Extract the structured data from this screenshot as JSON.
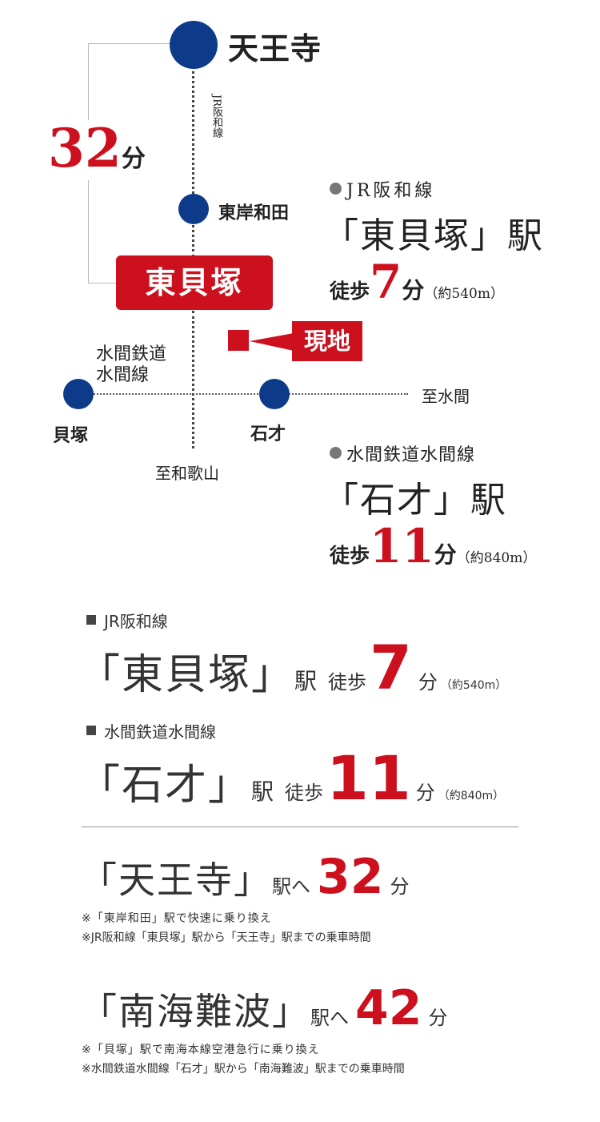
{
  "map": {
    "tennoji": "天王寺",
    "jr_line_vertical": "JR阪和線",
    "time_big": "32",
    "time_unit": "分",
    "higashikishiwada": "東岸和田",
    "higashikaizuka": "東貝塚",
    "genchi": "現地",
    "mizuma_line": [
      "水間鉄道",
      "水間線"
    ],
    "kaizuka": "貝塚",
    "ishisai": "石才",
    "to_mizuma": "至水間",
    "to_wakayama": "至和歌山"
  },
  "station1": {
    "line": "JR阪和線",
    "name": "「東貝塚」駅",
    "walk": "徒歩",
    "minutes": "7",
    "unit": "分",
    "distance": "（約540m）"
  },
  "station2": {
    "line": "水間鉄道水間線",
    "name": "「石才」駅",
    "walk": "徒歩",
    "minutes": "11",
    "unit": "分",
    "distance": "（約840m）"
  },
  "lower1": {
    "line": "JR阪和線",
    "name": "「東貝塚」",
    "eki": "駅",
    "walk": "徒歩",
    "minutes": "7",
    "unit": "分",
    "distance": "（約540m）"
  },
  "lower2": {
    "line": "水間鉄道水間線",
    "name": "「石才」",
    "eki": "駅",
    "walk": "徒歩",
    "minutes": "11",
    "unit": "分",
    "distance": "（約840m）"
  },
  "dest1": {
    "name": "「天王寺」",
    "suffix": "駅へ",
    "minutes": "32",
    "unit": "分",
    "note1": "※「東岸和田」駅で快速に乗り換え",
    "note2": "※JR阪和線「東貝塚」駅から「天王寺」駅までの乗車時間"
  },
  "dest2": {
    "name": "「南海難波」",
    "suffix": "駅へ",
    "minutes": "42",
    "unit": "分",
    "note1": "※「貝塚」駅で南海本線空港急行に乗り換え",
    "note2": "※水間鉄道水間線「石才」駅から「南海難波」駅までの乗車時間"
  },
  "colors": {
    "red": "#cc101e",
    "blue": "#0d3b8a",
    "dark": "#222222"
  }
}
